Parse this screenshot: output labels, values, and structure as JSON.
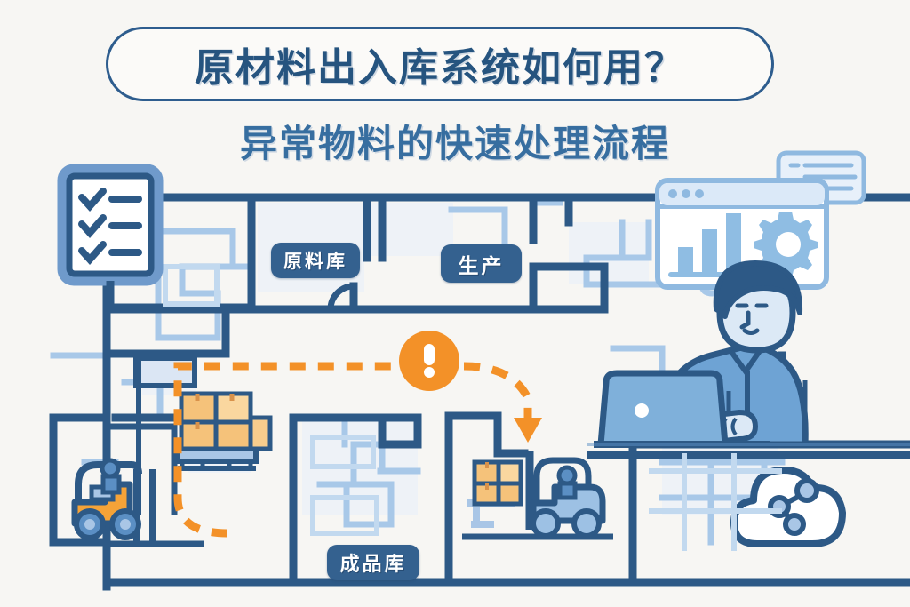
{
  "page": {
    "background_color": "#f7f6f3",
    "ink_dark": "#2d5986",
    "ink_mid": "#5b8fc4",
    "ink_light": "#a8c8e8",
    "ink_pale": "#d6e4f3",
    "accent_orange": "#f39128",
    "accent_orange_light": "#f7b96a",
    "box_tan": "#f5c27a"
  },
  "heading": {
    "title": "原材料出入库系统如何用？",
    "subtitle": "异常物料的快速处理流程"
  },
  "zones": [
    {
      "id": "raw-material-warehouse",
      "label": "原料库"
    },
    {
      "id": "production",
      "label": "生产"
    },
    {
      "id": "finished-goods-warehouse",
      "label": "成品库"
    }
  ],
  "icons": {
    "checklist": {
      "name": "checklist-clipboard-icon",
      "check_count": 3
    },
    "alert": {
      "name": "alert-exclamation-icon",
      "glyph": "!"
    },
    "dashboard": {
      "name": "dashboard-window-icon",
      "bar_count": 3,
      "bar_heights": [
        40,
        64,
        88
      ],
      "gear": "gear-icon",
      "dot_count": 3
    },
    "card": {
      "name": "document-card-icon",
      "line_count": 4
    },
    "cloud": {
      "name": "cloud-network-icon",
      "node_count": 3
    },
    "forklift_left": {
      "name": "forklift-orange-icon"
    },
    "forklift_right": {
      "name": "forklift-blue-icon"
    },
    "pallet": {
      "name": "pallet-boxes-icon",
      "box_count": 5
    },
    "worker": {
      "name": "worker-at-laptop-illustration"
    },
    "flow_arrow": {
      "name": "exception-flow-dashed-arrow"
    }
  }
}
